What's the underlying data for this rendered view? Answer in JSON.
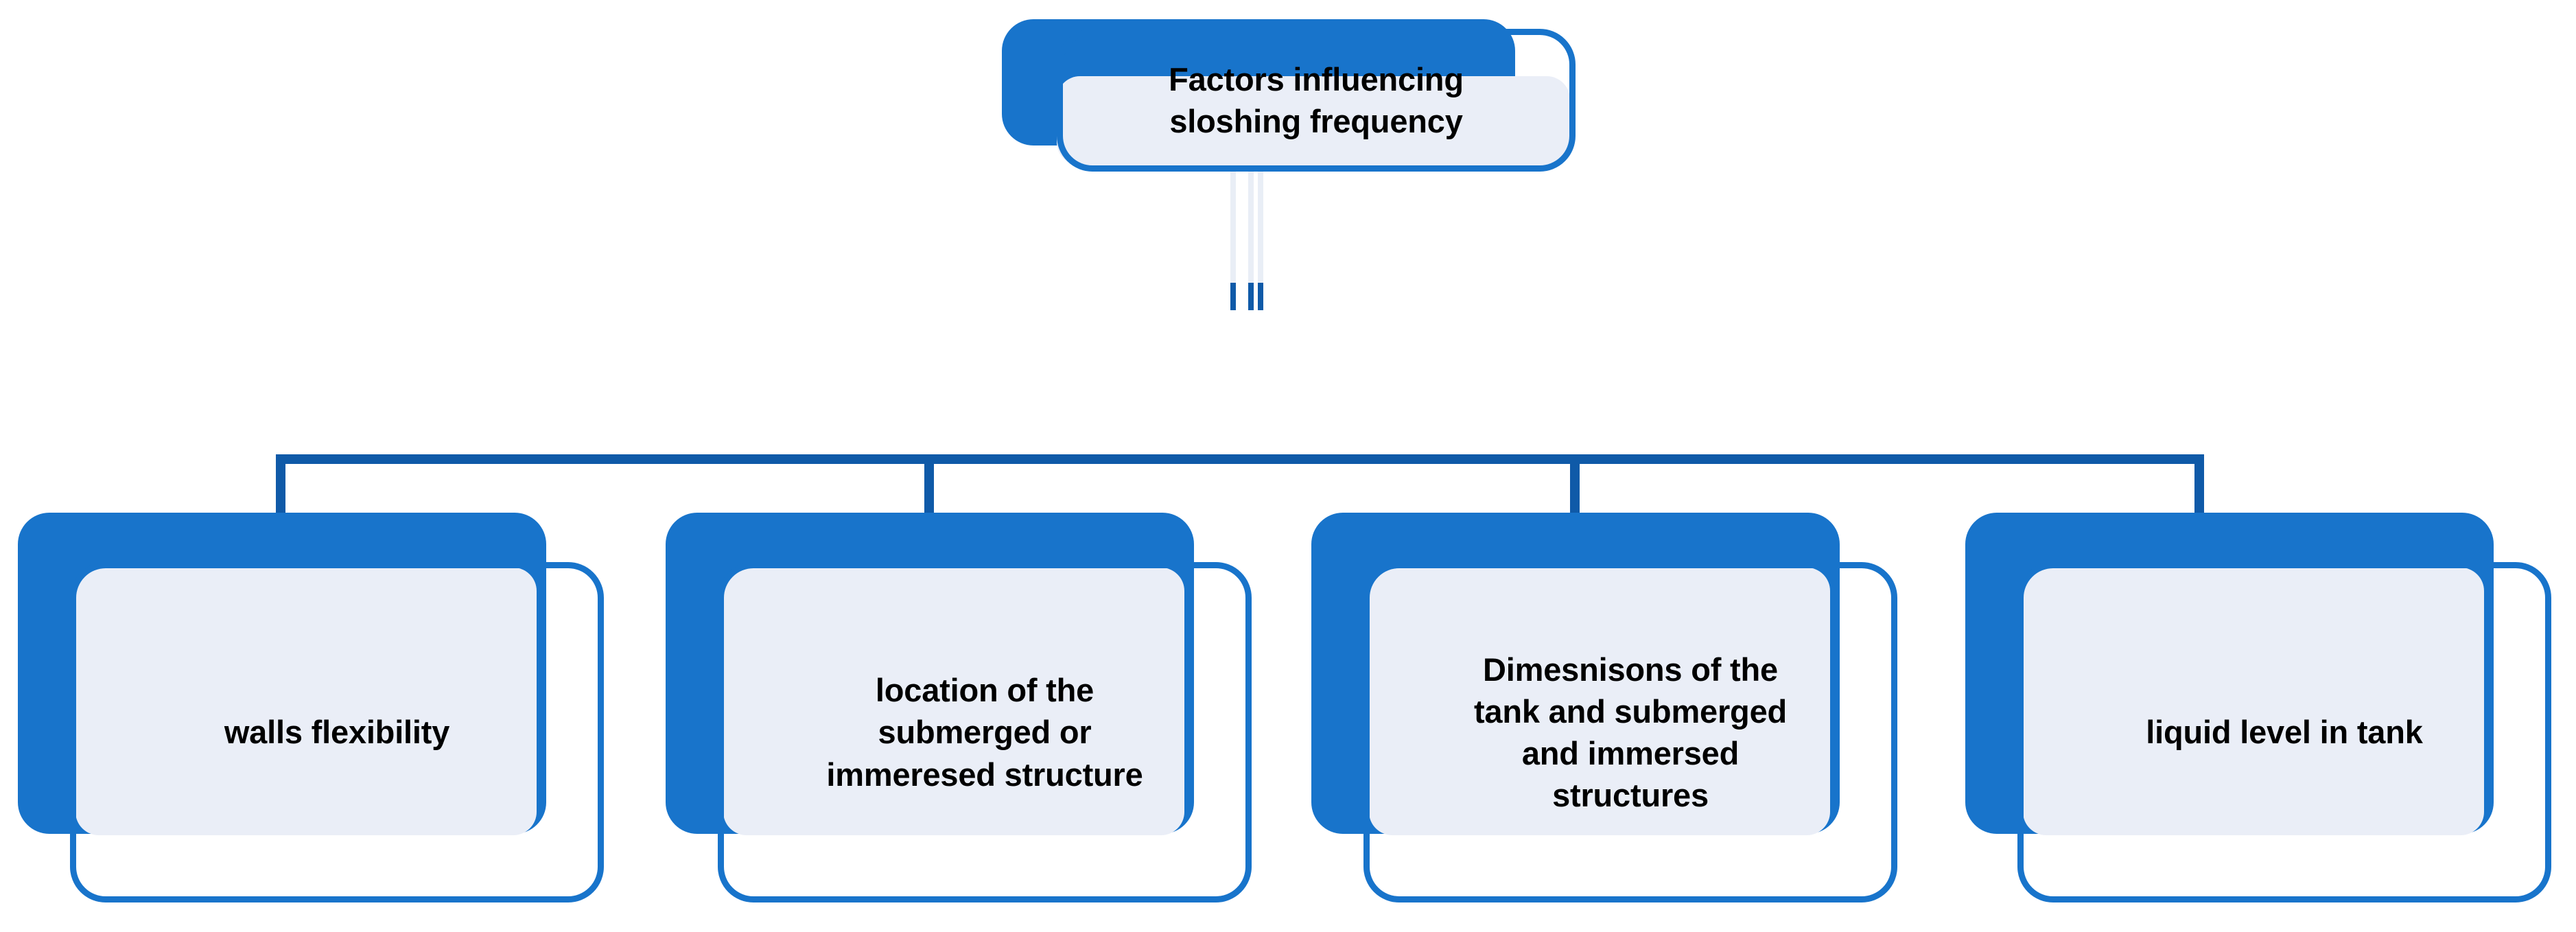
{
  "diagram": {
    "type": "hierarchy-tree",
    "title_node": {
      "id": "root",
      "label": "Factors influencing\nsloshing frequency"
    },
    "children": [
      {
        "id": "child-1",
        "label": "walls flexibility"
      },
      {
        "id": "child-2",
        "label": "location of the\nsubmerged or\nimmeresed structure"
      },
      {
        "id": "child-3",
        "label": "Dimesnisons of the\ntank and submerged\nand immersed\nstructures"
      },
      {
        "id": "child-4",
        "label": "liquid level in tank"
      }
    ],
    "colors": {
      "accent_blue": "#1874CB",
      "connector_blue": "#0F5AA8",
      "card_fill": "#EAEEF7",
      "text": "#000000",
      "background": "#FFFFFF"
    }
  }
}
